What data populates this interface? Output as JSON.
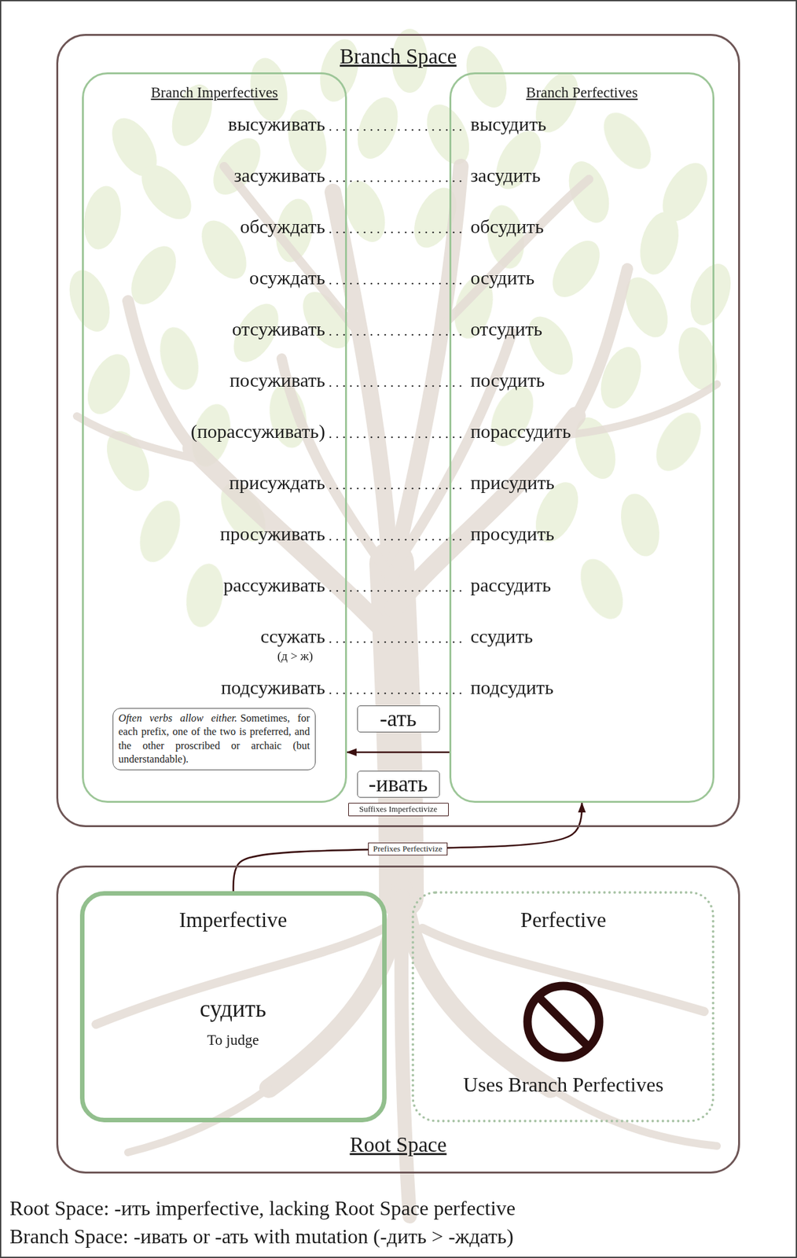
{
  "diagram": {
    "nodes": [
      {
        "text": [
          "Branch Space"
        ]
      },
      {
        "text": [
          "Branch Imperfectives",
          "высуживать",
          "засуживать",
          "обсуждать",
          "осуждать",
          "отсуживать",
          "посуживать",
          "(порассуживать)",
          "присуждать",
          "просуживать",
          "рассуживать",
          "ссужать",
          "(д > ж)",
          "подсуживать"
        ],
        "in": 0
      },
      {
        "text": [
          "Branch Perfectives",
          "высудить",
          "засудить",
          "обсудить",
          "осудить",
          "отсудить",
          "посудить",
          "порассудить",
          "присудить",
          "просудить",
          "рассудить",
          "ссудить",
          "подсудить"
        ],
        "in": 0
      },
      {
        "text": [
          "Often verbs allow either.",
          "Sometimes, for each prefix, one of the two is preferred, and the other proscribed or archaic (but understandable)."
        ],
        "in": 1
      },
      {
        "text": [
          "-ать"
        ],
        "in": 0
      },
      {
        "text": [
          "-ивать"
        ],
        "in": 0
      },
      {
        "text": [
          "Suffixes Imperfectivize"
        ],
        "in": 0
      },
      {
        "text": [
          "Root Space"
        ]
      },
      {
        "text": [
          "Imperfective",
          "судить",
          "To judge"
        ],
        "in": 7
      },
      {
        "text": [
          "Perfective",
          "Uses Branch Perfectives"
        ],
        "in": 7
      }
    ],
    "edges": [
      {
        "from": 8,
        "to": 2,
        "arrow": "to",
        "label": "Prefixes Perfectivize"
      },
      {
        "from": 2,
        "to": 1,
        "arrow": "to"
      }
    ],
    "labels": [
      "Root Space: -ить imperfective, lacking Root Space perfective",
      "Branch Space: -ивать or -ать with mutation (-дить > -ждать)"
    ]
  }
}
